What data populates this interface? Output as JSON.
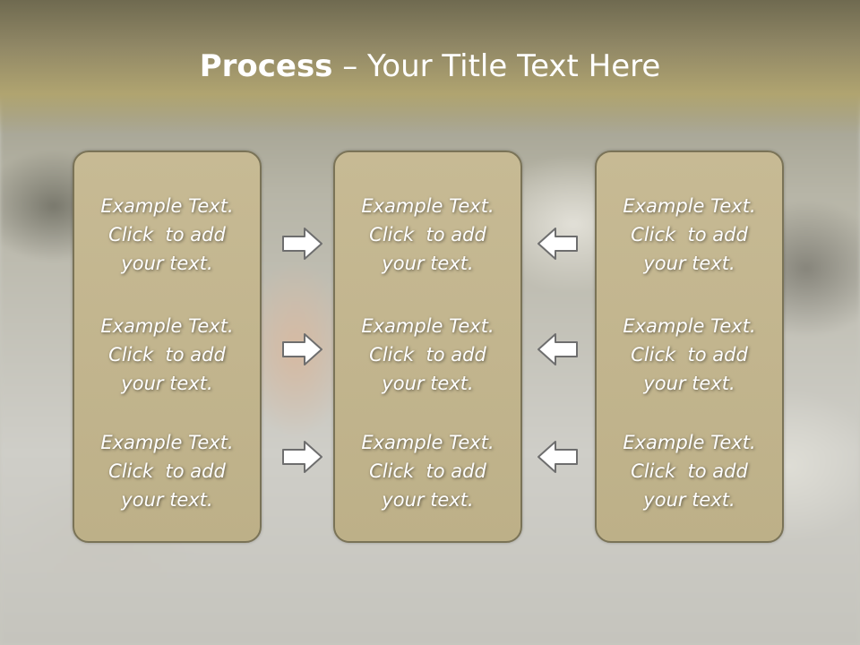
{
  "slide": {
    "title_bold": "Process",
    "title_rest": " – Your Title Text Here"
  },
  "columns": [
    {
      "blocks": [
        {
          "line1": "Example Text.",
          "line2": "Click  to add",
          "line3": "your text."
        },
        {
          "line1": "Example Text.",
          "line2": "Click  to add",
          "line3": "your text."
        },
        {
          "line1": "Example Text.",
          "line2": "Click  to add",
          "line3": "your text."
        }
      ]
    },
    {
      "blocks": [
        {
          "line1": "Example Text.",
          "line2": "Click  to add",
          "line3": "your text."
        },
        {
          "line1": "Example Text.",
          "line2": "Click  to add",
          "line3": "your text."
        },
        {
          "line1": "Example Text.",
          "line2": "Click  to add",
          "line3": "your text."
        }
      ]
    },
    {
      "blocks": [
        {
          "line1": "Example Text.",
          "line2": "Click  to add",
          "line3": "your text."
        },
        {
          "line1": "Example Text.",
          "line2": "Click  to add",
          "line3": "your text."
        },
        {
          "line1": "Example Text.",
          "line2": "Click  to add",
          "line3": "your text."
        }
      ]
    }
  ],
  "arrows": {
    "left_direction": "right-arrow-icon",
    "right_direction": "left-arrow-icon"
  },
  "colors": {
    "header": "#a89c6a",
    "box_fill": "#c2b58d",
    "box_border": "#7a7357",
    "text": "#ffffff"
  }
}
